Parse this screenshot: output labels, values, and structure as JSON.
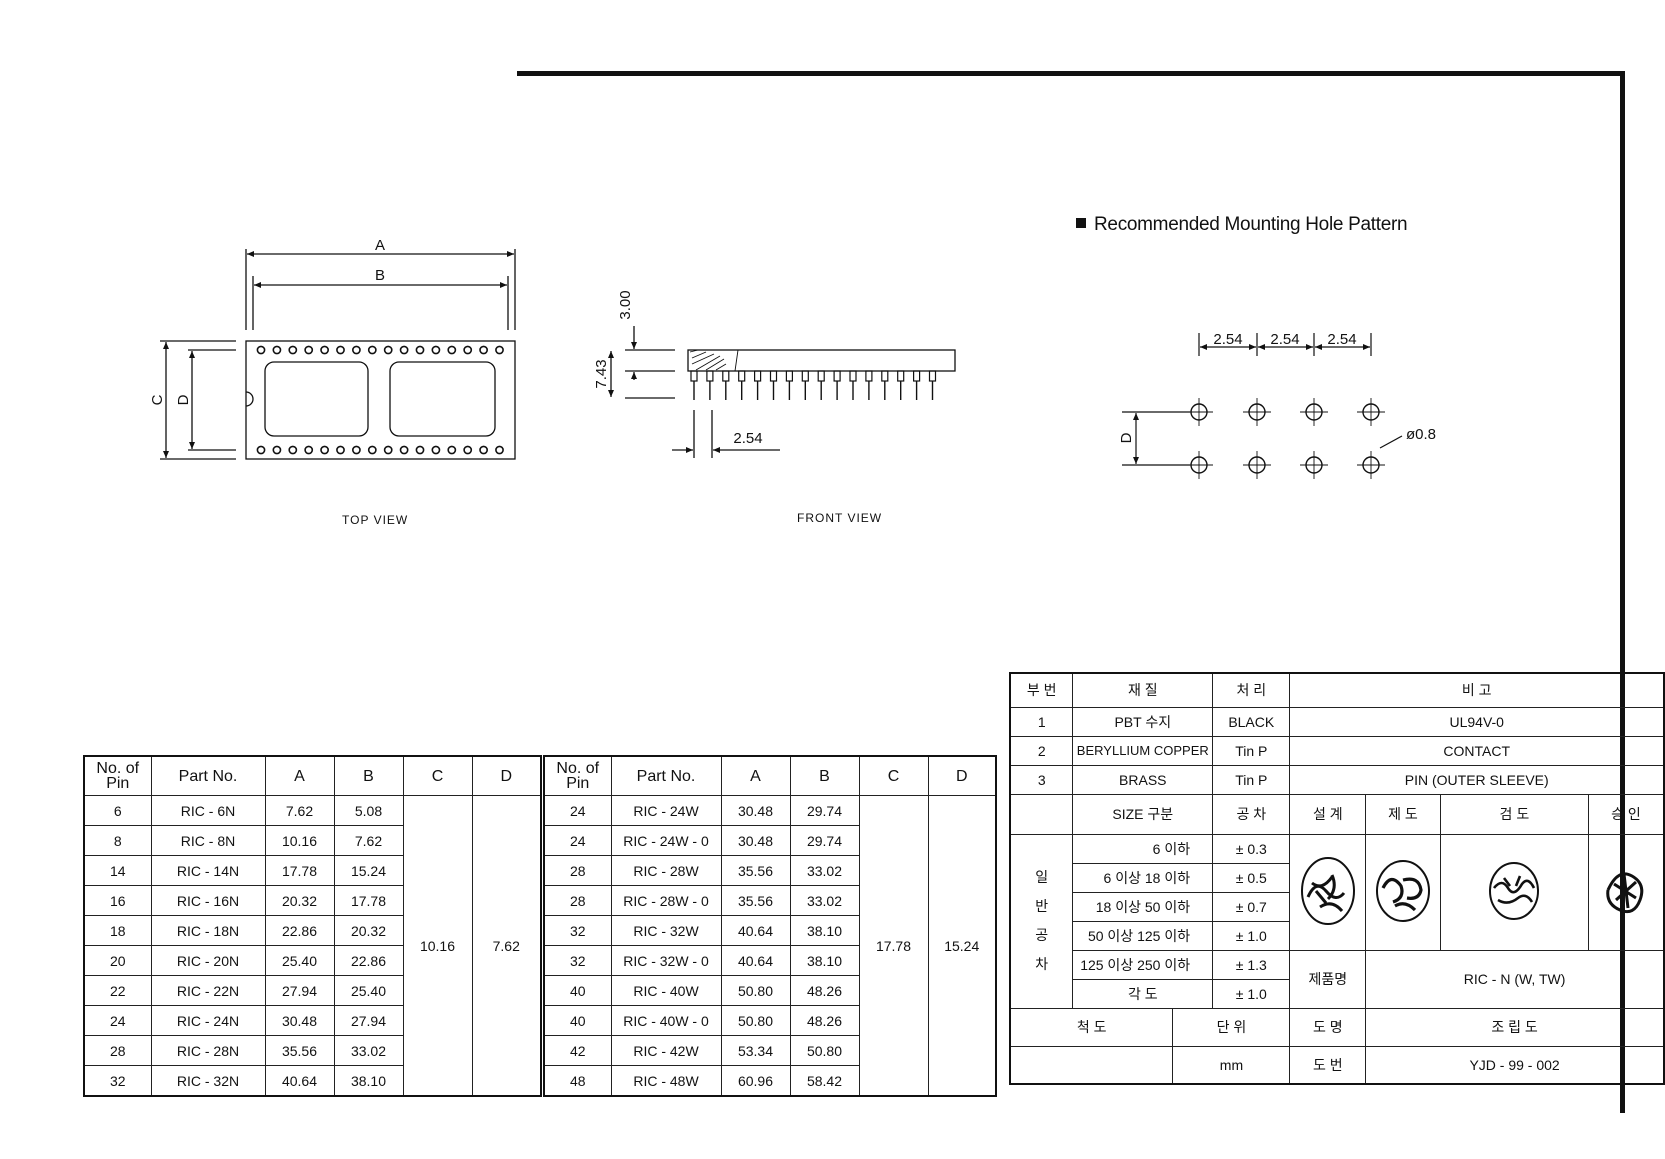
{
  "recommended_heading": "Recommended Mounting Hole Pattern",
  "views": {
    "top_label": "TOP VIEW",
    "front_label": "FRONT VIEW",
    "dim_A": "A",
    "dim_B": "B",
    "dim_C": "C",
    "dim_D": "D",
    "front_height_3": "3.00",
    "front_height_7": "7.43",
    "front_pitch": "2.54"
  },
  "hole_pattern": {
    "pitch_1": "2.54",
    "pitch_2": "2.54",
    "pitch_3": "2.54",
    "dim_D": "D",
    "hole_diameter": "ø0.8"
  },
  "table_left": {
    "headers": [
      "No. of Pin",
      "Part No.",
      "A",
      "B",
      "C",
      "D"
    ],
    "rows": [
      {
        "pins": "6",
        "part": "RIC - 6N",
        "a": "7.62",
        "b": "5.08"
      },
      {
        "pins": "8",
        "part": "RIC - 8N",
        "a": "10.16",
        "b": "7.62"
      },
      {
        "pins": "14",
        "part": "RIC - 14N",
        "a": "17.78",
        "b": "15.24"
      },
      {
        "pins": "16",
        "part": "RIC - 16N",
        "a": "20.32",
        "b": "17.78"
      },
      {
        "pins": "18",
        "part": "RIC - 18N",
        "a": "22.86",
        "b": "20.32"
      },
      {
        "pins": "20",
        "part": "RIC - 20N",
        "a": "25.40",
        "b": "22.86"
      },
      {
        "pins": "22",
        "part": "RIC - 22N",
        "a": "27.94",
        "b": "25.40"
      },
      {
        "pins": "24",
        "part": "RIC - 24N",
        "a": "30.48",
        "b": "27.94"
      },
      {
        "pins": "28",
        "part": "RIC - 28N",
        "a": "35.56",
        "b": "33.02"
      },
      {
        "pins": "32",
        "part": "RIC - 32N",
        "a": "40.64",
        "b": "38.10"
      }
    ],
    "c": "10.16",
    "d": "7.62"
  },
  "table_right": {
    "headers": [
      "No. of Pin",
      "Part No.",
      "A",
      "B",
      "C",
      "D"
    ],
    "rows": [
      {
        "pins": "24",
        "part": "RIC - 24W",
        "a": "30.48",
        "b": "29.74"
      },
      {
        "pins": "24",
        "part": "RIC - 24W - 0",
        "a": "30.48",
        "b": "29.74"
      },
      {
        "pins": "28",
        "part": "RIC - 28W",
        "a": "35.56",
        "b": "33.02"
      },
      {
        "pins": "28",
        "part": "RIC - 28W - 0",
        "a": "35.56",
        "b": "33.02"
      },
      {
        "pins": "32",
        "part": "RIC - 32W",
        "a": "40.64",
        "b": "38.10"
      },
      {
        "pins": "32",
        "part": "RIC - 32W - 0",
        "a": "40.64",
        "b": "38.10"
      },
      {
        "pins": "40",
        "part": "RIC - 40W",
        "a": "50.80",
        "b": "48.26"
      },
      {
        "pins": "40",
        "part": "RIC - 40W - 0",
        "a": "50.80",
        "b": "48.26"
      },
      {
        "pins": "42",
        "part": "RIC - 42W",
        "a": "53.34",
        "b": "50.80"
      },
      {
        "pins": "48",
        "part": "RIC - 48W",
        "a": "60.96",
        "b": "58.42"
      }
    ],
    "c": "17.78",
    "d": "15.24"
  },
  "title_block": {
    "hdr_part": "부 번",
    "hdr_material": "재 질",
    "hdr_finish": "처 리",
    "hdr_remark": "비 고",
    "parts": [
      {
        "no": "1",
        "material": "PBT 수지",
        "finish": "BLACK",
        "remark": "UL94V-0"
      },
      {
        "no": "2",
        "material": "BERYLLIUM COPPER",
        "finish": "Tin P",
        "remark": "CONTACT"
      },
      {
        "no": "3",
        "material": "BRASS",
        "finish": "Tin P",
        "remark": "PIN (OUTER SLEEVE)"
      }
    ],
    "size_class": "SIZE 구분",
    "tolerance_hdr": "공 차",
    "design": "설 계",
    "drafting": "제 도",
    "check": "검 도",
    "approve": "승 인",
    "general_tol_chars": [
      "일",
      "반",
      "공",
      "차"
    ],
    "tol_rows": [
      {
        "range": "6 이하",
        "tol": "± 0.3"
      },
      {
        "range": "6 이상 18 이하",
        "tol": "± 0.5"
      },
      {
        "range": "18 이상 50 이하",
        "tol": "± 0.7"
      },
      {
        "range": "50 이상 125 이하",
        "tol": "± 1.0"
      },
      {
        "range": "125 이상 250 이하",
        "tol": "± 1.3"
      },
      {
        "range": "각 도",
        "tol": "± 1.0"
      }
    ],
    "product_name_label": "제품명",
    "product_name": "RIC - N (W, TW)",
    "scale_label": "척 도",
    "unit_label": "단 위",
    "unit": "mm",
    "drawing_name_label": "도 명",
    "drawing_name": "조 립 도",
    "drawing_no_label": "도 번",
    "drawing_no": "YJD - 99 - 002"
  }
}
